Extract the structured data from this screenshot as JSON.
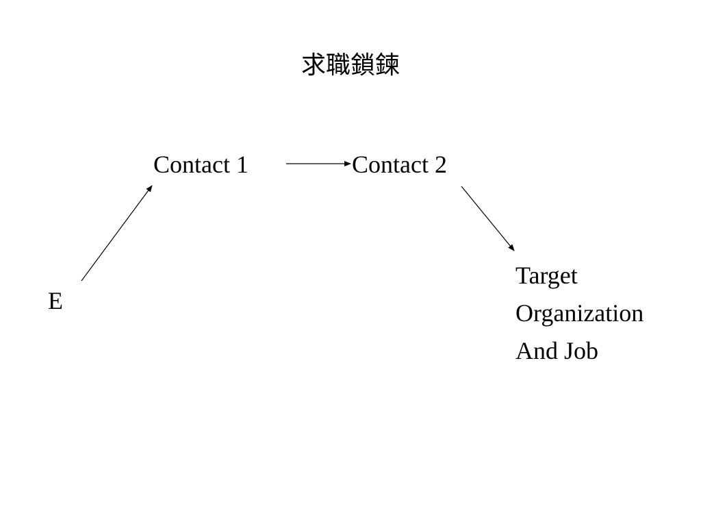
{
  "slide": {
    "title": "求職鎖鍊"
  },
  "diagram": {
    "nodes": {
      "start": "E",
      "contact_1": "Contact 1",
      "contact_2": "Contact 2",
      "target_lines": [
        "Target",
        "Organization",
        "And Job"
      ]
    },
    "edges": [
      {
        "from": "start",
        "to": "contact_1"
      },
      {
        "from": "contact_1",
        "to": "contact_2"
      },
      {
        "from": "contact_2",
        "to": "target"
      }
    ]
  }
}
